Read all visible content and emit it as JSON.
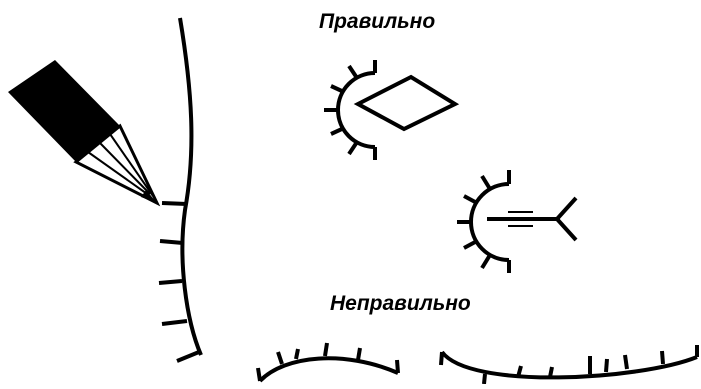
{
  "labels": {
    "correct": "Правильно",
    "incorrect": "Неправильно"
  },
  "icons": {
    "pencil": "pencil-icon",
    "boundary_line": "hatched-boundary-line",
    "semicircle_diamond": "hatched-semicircle-with-diamond",
    "semicircle_arrow": "hatched-semicircle-with-arrow",
    "wrong_left": "wrong-hatched-arc-left",
    "wrong_right": "wrong-hatched-line-right"
  },
  "colors": {
    "ink": "#000000",
    "background": "#ffffff"
  }
}
